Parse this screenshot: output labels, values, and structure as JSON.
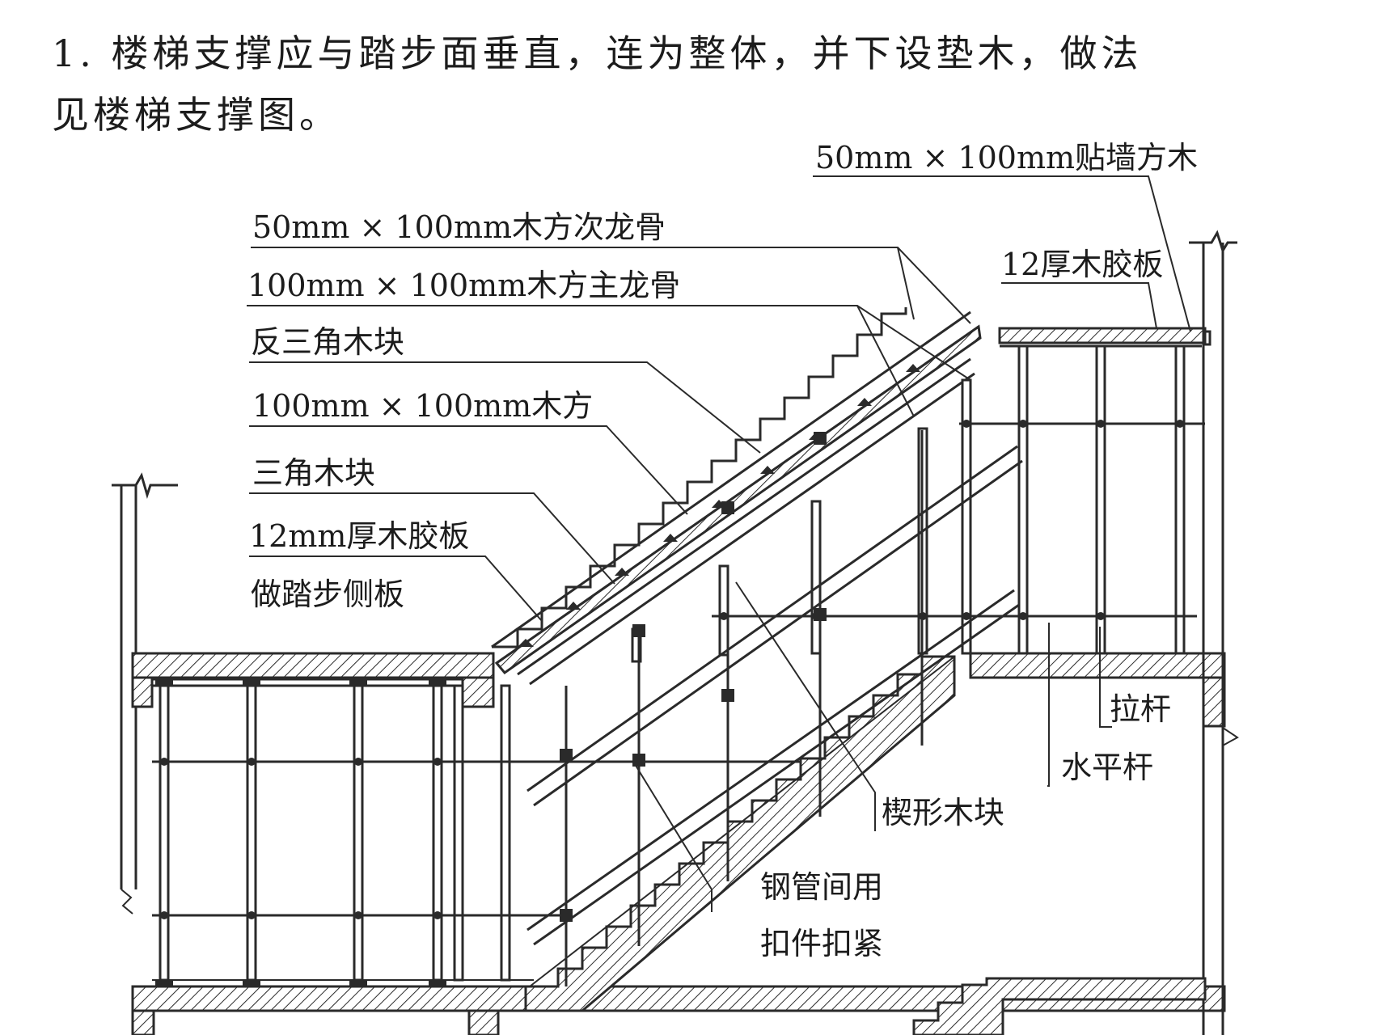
{
  "intro": {
    "line1": "1. 楼梯支撑应与踏步面垂直，连为整体，并下设垫木，做法",
    "line2": "见楼梯支撑图。"
  },
  "labels": {
    "wall_timber": "50mm × 100mm贴墙方木",
    "secondary_joist": "50mm × 100mm木方次龙骨",
    "main_joist": "100mm × 100mm木方主龙骨",
    "reverse_triangle": "反三角木块",
    "timber_100": "100mm × 100mm木方",
    "triangle_block": "三角木块",
    "plywood_12mm": "12mm厚木胶板",
    "step_side_board": "做踏步侧板",
    "plywood_12": "12厚木胶板",
    "tie_bar": "拉杆",
    "horizontal_bar": "水平杆",
    "wedge_block": "楔形木块",
    "pipe_clamp_1": "钢管间用",
    "pipe_clamp_2": "扣件扣紧"
  }
}
